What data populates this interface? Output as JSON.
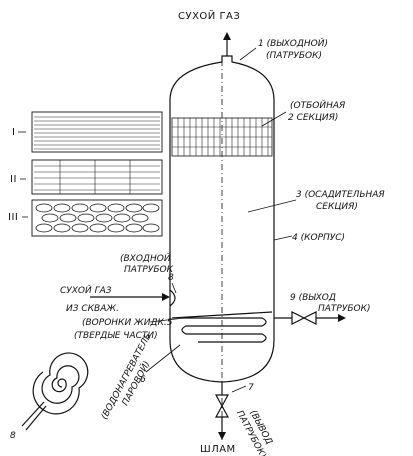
{
  "labels": {
    "top": "СУХОЙ ГАЗ",
    "l1": "1 (ВЫХОДНОЙ)",
    "l1b": "(ПАТРУБОК)",
    "l2": "(ОТБОЙНАЯ",
    "l2b": "2 СЕКЦИЯ)",
    "l3": "3 (ОСАДИТЕЛЬНАЯ",
    "l3b": "СЕКЦИЯ)",
    "l4": "4 (КОРПУС)",
    "l8top": "(ВХОДНОЙ",
    "l8top2": "ПАТРУБОК",
    "l8num": "8",
    "inlet1": "СУХОЙ ГАЗ",
    "inlet2": "ИЗ СКВАЖ.",
    "l5a": "(ВОРОНКИ ЖИДК.5",
    "l5b": "(ТВЕРДЫЕ ЧАСТИ)",
    "l9a": "9 (ВЫХОД",
    "l9b": "ПАТРУБОК)",
    "l6": "6",
    "l6text": "(ВОДОНАГРЕВАТЕЛЬ",
    "l6text2": "ПАРОВОЙ)",
    "l7": "7",
    "l7text": "(ВЫВОД",
    "l7text2": "ПАТРУБОК)",
    "bottom": "ШЛАМ",
    "coil_num": "8",
    "roman1": "I",
    "roman2": "II",
    "roman3": "III"
  }
}
